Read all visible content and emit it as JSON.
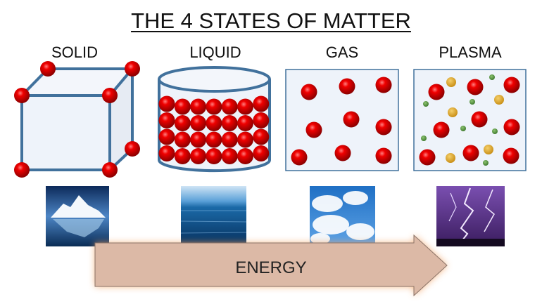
{
  "title": "THE 4 STATES OF MATTER",
  "states": [
    {
      "label": "SOLID",
      "photo": "iceberg"
    },
    {
      "label": "LIQUID",
      "photo": "ocean"
    },
    {
      "label": "GAS",
      "photo": "clouds"
    },
    {
      "label": "PLASMA",
      "photo": "lightning"
    }
  ],
  "arrow": {
    "label": "ENERGY"
  },
  "colors": {
    "particle": "#e00000",
    "container_stroke": "#41719c",
    "container_fill": "#eef3fa",
    "arrow_fill": "#dcb9a6",
    "ion": "#e0a92a",
    "electron": "#5f9a48"
  }
}
